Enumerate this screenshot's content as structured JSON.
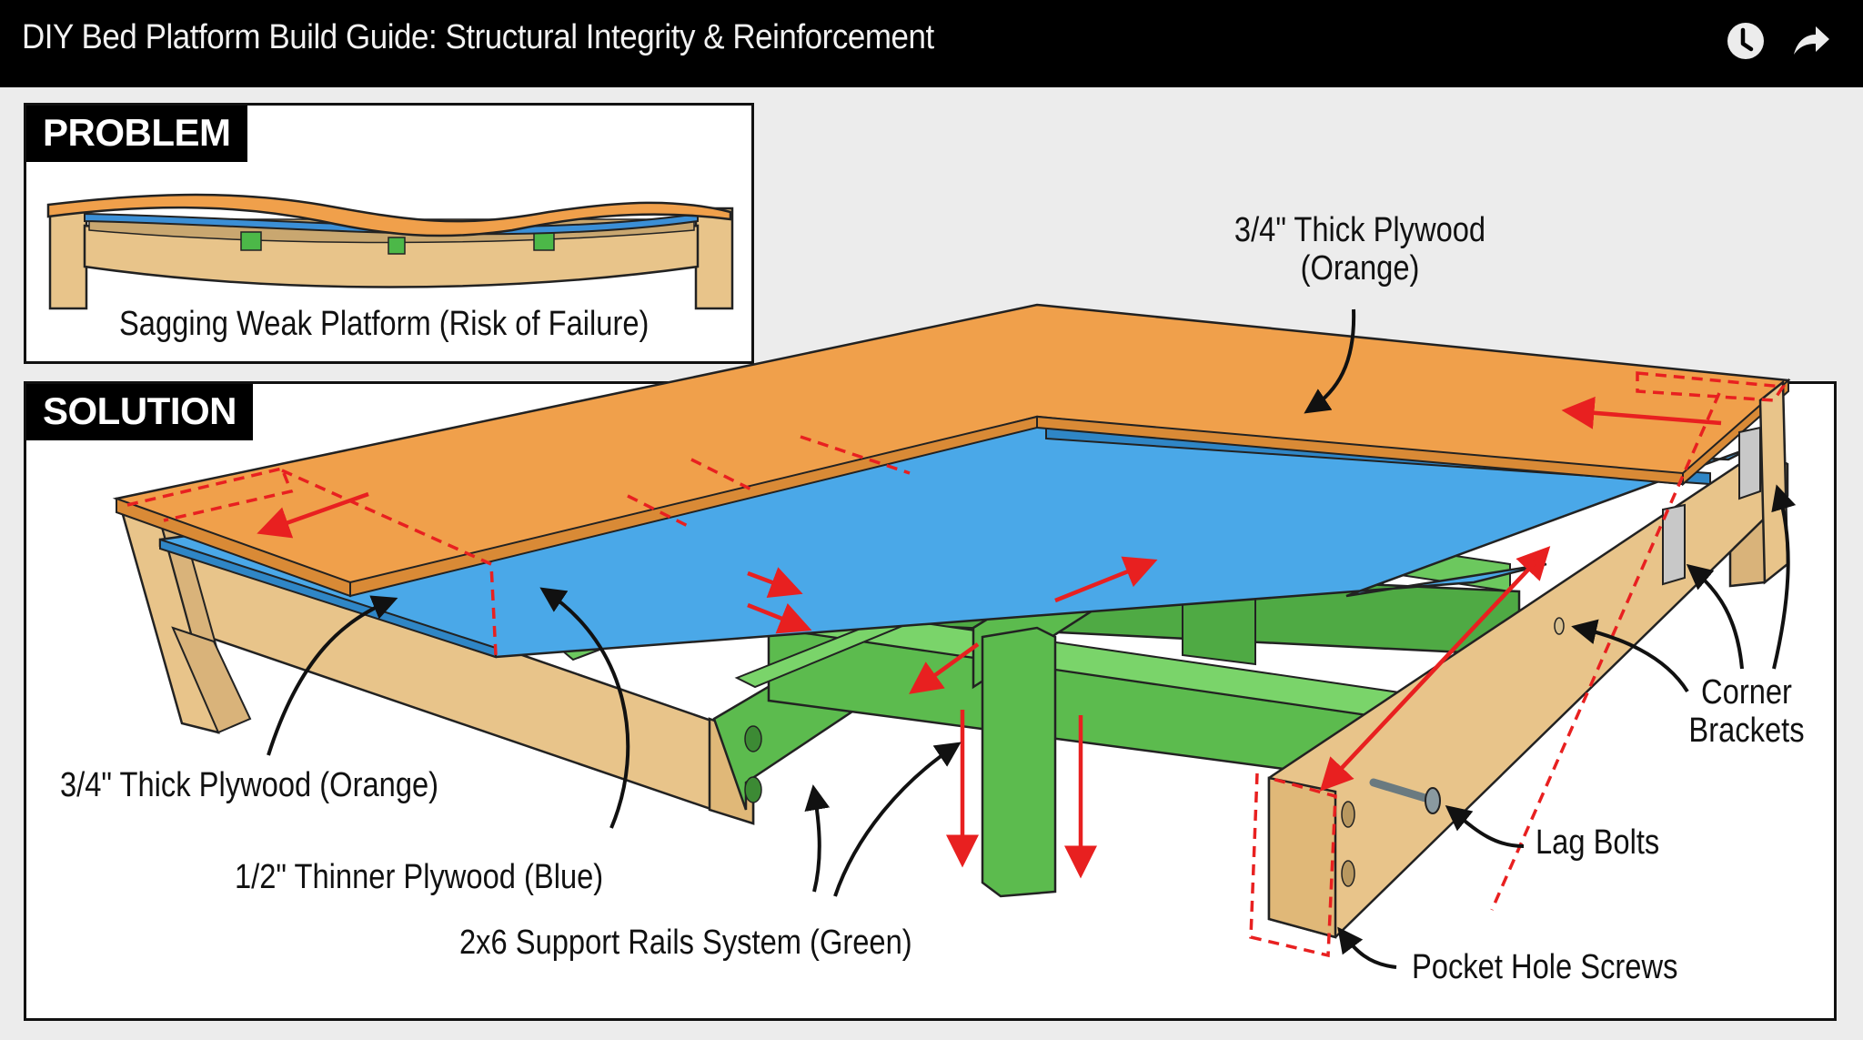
{
  "header": {
    "title": "DIY Bed Platform Build Guide: Structural Integrity & Reinforcement",
    "actions": [
      {
        "name": "watch-later",
        "icon": "clock-icon"
      },
      {
        "name": "share",
        "icon": "share-arrow-icon"
      }
    ]
  },
  "problem_panel": {
    "badge": "PROBLEM",
    "caption": "Sagging Weak Platform (Risk of Failure)"
  },
  "solution_panel": {
    "badge": "SOLUTION",
    "callouts": {
      "top_plywood": [
        "3/4\" Thick Plywood",
        "(Orange)"
      ],
      "left_plywood": "3/4\" Thick Plywood (Orange)",
      "blue_plywood": "1/2\" Thinner Plywood (Blue)",
      "support_rails": "2x6 Support Rails System (Green)",
      "corner_brackets": [
        "Corner",
        "Brackets"
      ],
      "lag_bolts": "Lag Bolts",
      "pocket_screws": "Pocket Hole Screws"
    }
  },
  "colors": {
    "orange_plywood": "#f0a04b",
    "blue_plywood": "#4aa8e8",
    "green_rails": "#5cbb4e",
    "wood": "#e8c48a",
    "red_arrows": "#e82020",
    "header_bg": "#000000",
    "page_bg": "#ececec"
  }
}
